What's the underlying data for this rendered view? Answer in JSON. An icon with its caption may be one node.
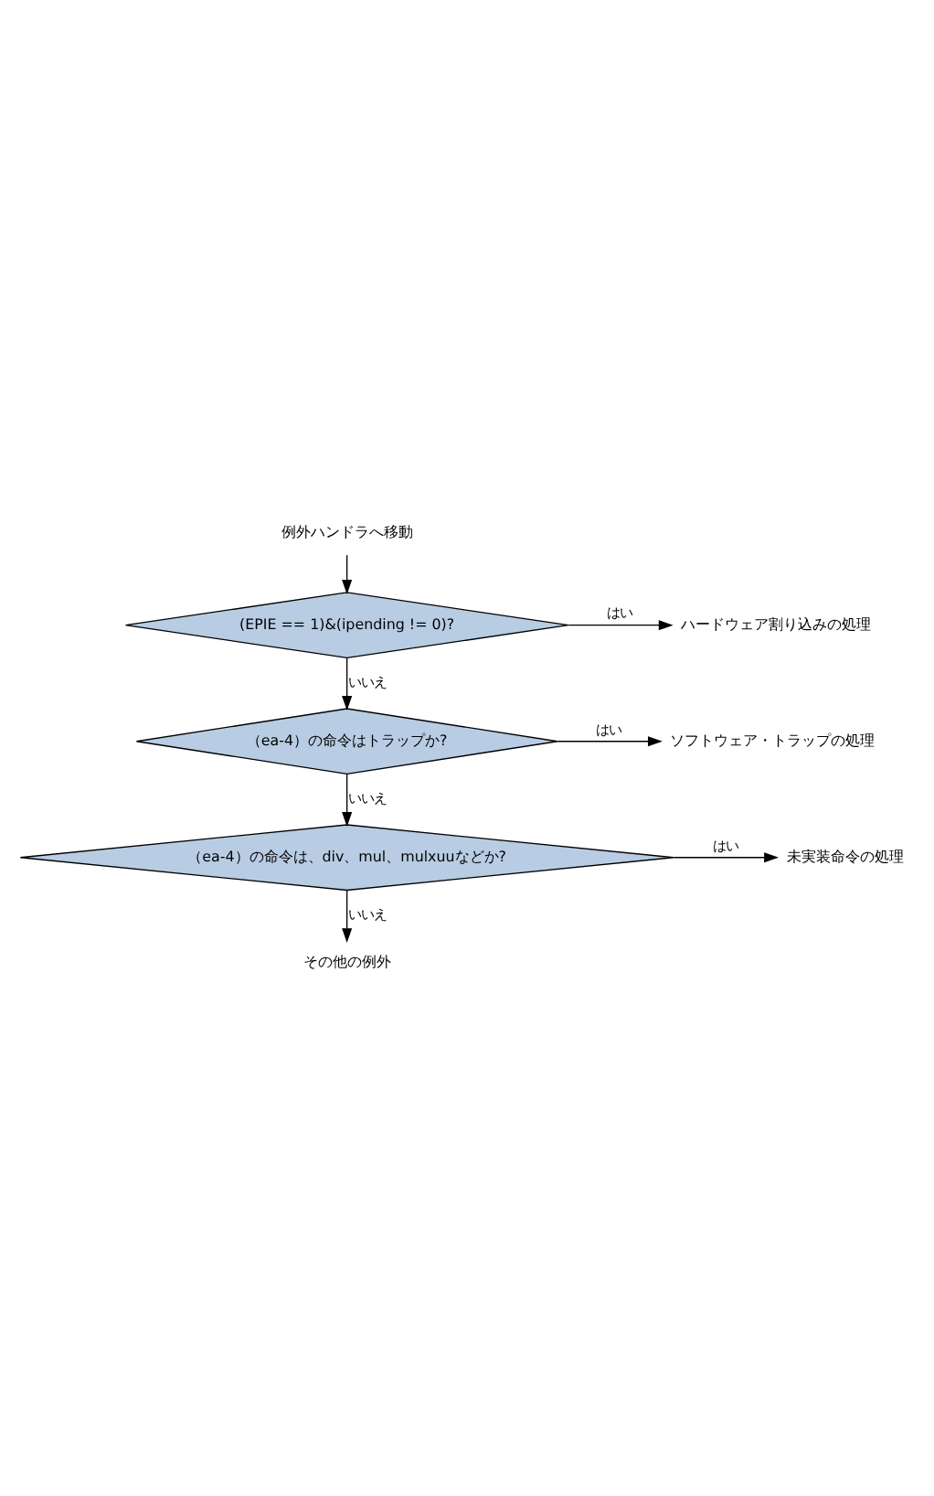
{
  "diagram": {
    "nodes": [
      {
        "text": [
          "例外ハンドラへ移動"
        ]
      },
      {
        "text": [
          "(EPIE == 1)&(ipending != 0)?"
        ]
      },
      {
        "text": [
          "ハードウェア割り込みの処理"
        ]
      },
      {
        "text": [
          "（ea-4）の命令はトラップか?"
        ]
      },
      {
        "text": [
          "ソフトウェア・トラップの処理"
        ]
      },
      {
        "text": [
          "（ea-4）の命令は、div、mul、mulxuuなどか?"
        ]
      },
      {
        "text": [
          "未実装命令の処理"
        ]
      },
      {
        "text": [
          "その他の例外"
        ]
      }
    ],
    "edges": [
      {
        "from": 0,
        "to": 1,
        "arrow": "to"
      },
      {
        "from": 1,
        "to": 2,
        "arrow": "to",
        "label": "はい"
      },
      {
        "from": 1,
        "to": 3,
        "arrow": "to",
        "label": "いいえ"
      },
      {
        "from": 3,
        "to": 4,
        "arrow": "to",
        "label": "はい"
      },
      {
        "from": 3,
        "to": 5,
        "arrow": "to",
        "label": "いいえ"
      },
      {
        "from": 5,
        "to": 6,
        "arrow": "to",
        "label": "はい"
      },
      {
        "from": 5,
        "to": 7,
        "arrow": "to",
        "label": "いいえ"
      }
    ]
  }
}
